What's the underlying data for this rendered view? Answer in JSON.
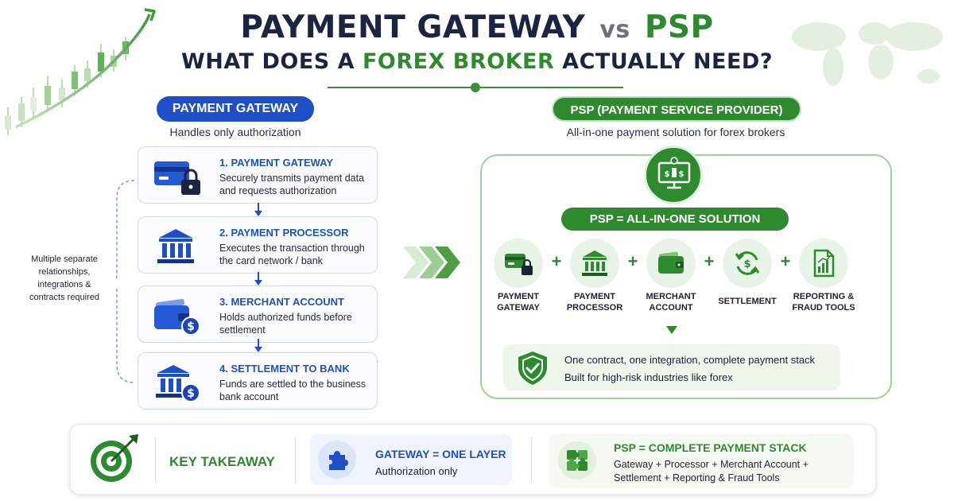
{
  "header": {
    "title_part1": "PAYMENT GATEWAY",
    "title_vs": "vs",
    "title_part2": "PSP",
    "subtitle_part1": "WHAT DOES A",
    "subtitle_highlight": "FOREX BROKER",
    "subtitle_part2": "ACTUALLY NEED?"
  },
  "left": {
    "pill": "PAYMENT GATEWAY",
    "subtitle": "Handles only authorization",
    "steps": [
      {
        "title": "1. PAYMENT GATEWAY",
        "desc": "Securely transmits payment data and requests authorization",
        "icon": "card-lock-icon"
      },
      {
        "title": "2. PAYMENT PROCESSOR",
        "desc": "Executes the transaction through the card network / bank",
        "icon": "bank-icon"
      },
      {
        "title": "3. MERCHANT ACCOUNT",
        "desc": "Holds authorized funds before settlement",
        "icon": "wallet-dollar-icon"
      },
      {
        "title": "4. SETTLEMENT TO BANK",
        "desc": "Funds are settled to the business bank account",
        "icon": "bank-dollar-icon"
      }
    ],
    "side_note": "Multiple separate relationships, integrations & contracts required"
  },
  "right": {
    "pill": "PSP (PAYMENT SERVICE PROVIDER)",
    "subtitle": "All-in-one payment solution for forex brokers",
    "solution_label": "PSP = ALL-IN-ONE SOLUTION",
    "components": [
      {
        "line1": "PAYMENT",
        "line2": "GATEWAY",
        "icon": "card-lock-icon"
      },
      {
        "line1": "PAYMENT",
        "line2": "PROCESSOR",
        "icon": "bank-icon"
      },
      {
        "line1": "MERCHANT",
        "line2": "ACCOUNT",
        "icon": "wallet-icon"
      },
      {
        "line1": "SETTLEMENT",
        "line2": "",
        "icon": "settlement-cycle-icon"
      },
      {
        "line1": "REPORTING &",
        "line2": "FRAUD TOOLS",
        "icon": "report-icon"
      }
    ],
    "plus": "+",
    "benefit_1": "One contract, one integration, complete payment stack",
    "benefit_2": "Built for high-risk industries like forex"
  },
  "takeaway": {
    "label": "KEY TAKEAWAY",
    "gateway_title": "GATEWAY = ONE LAYER",
    "gateway_sub": "Authorization only",
    "psp_title": "PSP = COMPLETE PAYMENT STACK",
    "psp_sub": "Gateway + Processor + Merchant Account + Settlement + Reporting & Fraud Tools"
  },
  "colors": {
    "navy": "#1b2440",
    "blue": "#1f4fc7",
    "green": "#2e8a2e",
    "light_green": "#e9f4e8"
  }
}
